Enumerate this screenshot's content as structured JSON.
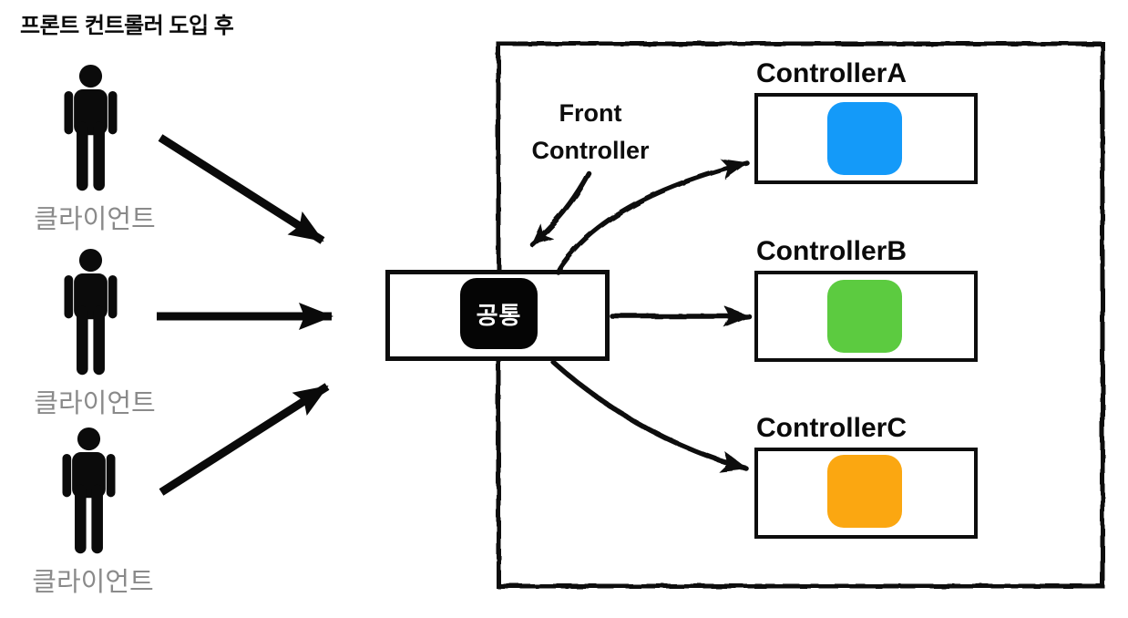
{
  "title": "프론트 컨트롤러 도입 후",
  "clients": [
    {
      "label": "클라이언트"
    },
    {
      "label": "클라이언트"
    },
    {
      "label": "클라이언트"
    }
  ],
  "front_controller": {
    "label_line1": "Front",
    "label_line2": "Controller",
    "common_label": "공통"
  },
  "controllers": [
    {
      "name": "ControllerA",
      "color": "#149AF9"
    },
    {
      "name": "ControllerB",
      "color": "#5CCB40"
    },
    {
      "name": "ControllerC",
      "color": "#FBA711"
    }
  ],
  "colors": {
    "ink": "#0a0a0a",
    "client_label": "#8a8a8a",
    "chip_bg": "#050505",
    "chip_text": "#ffffff"
  }
}
